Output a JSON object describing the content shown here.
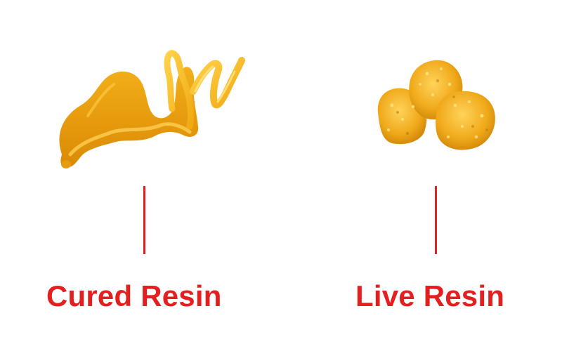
{
  "accent_color": "#e41f1f",
  "items": [
    {
      "label": "Cured Resin",
      "image": "cured-resin-drizzle"
    },
    {
      "label": "Live Resin",
      "image": "live-resin-crystals"
    }
  ]
}
